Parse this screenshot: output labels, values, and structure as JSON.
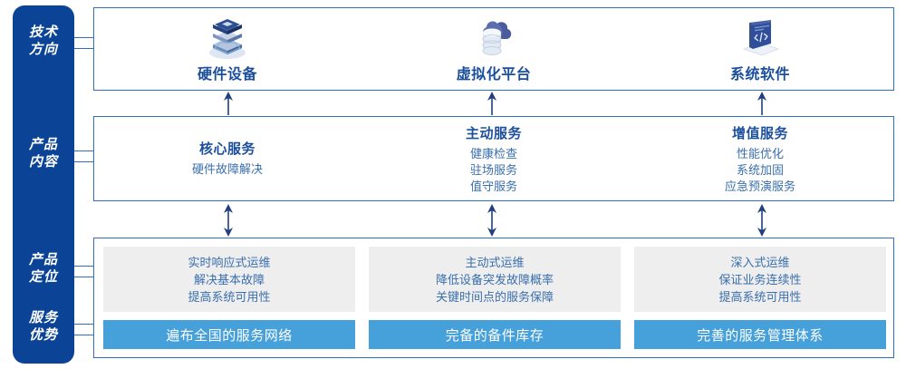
{
  "rail": {
    "items": [
      {
        "id": "tech-direction",
        "line1": "技术",
        "line2": "方向"
      },
      {
        "id": "product-content",
        "line1": "产品",
        "line2": "内容"
      },
      {
        "id": "product-position",
        "line1": "产品",
        "line2": "定位"
      },
      {
        "id": "service-advantage",
        "line1": "服务",
        "line2": "优势"
      }
    ],
    "color": "#0b4497"
  },
  "tech_direction": {
    "columns": [
      {
        "icon": "server-stack-icon",
        "title": "硬件设备"
      },
      {
        "icon": "cloud-database-icon",
        "title": "虚拟化平台"
      },
      {
        "icon": "laptop-code-icon",
        "title": "系统软件"
      }
    ]
  },
  "product_content": {
    "columns": [
      {
        "title": "核心服务",
        "items": [
          "硬件故障解决"
        ]
      },
      {
        "title": "主动服务",
        "items": [
          "健康检查",
          "驻场服务",
          "值守服务"
        ]
      },
      {
        "title": "增值服务",
        "items": [
          "性能优化",
          "系统加固",
          "应急预演服务"
        ]
      }
    ]
  },
  "product_position": {
    "columns": [
      {
        "items": [
          "实时响应式运维",
          "解决基本故障",
          "提高系统可用性"
        ]
      },
      {
        "items": [
          "主动式运维",
          "降低设备突发故障概率",
          "关键时间点的服务保障"
        ]
      },
      {
        "items": [
          "深入式运维",
          "保证业务连续性",
          "提高系统可用性"
        ]
      }
    ]
  },
  "service_advantage": {
    "bars": [
      "遍布全国的服务网络",
      "完备的备件库存",
      "完善的服务管理体系"
    ],
    "color": "#46a0da"
  },
  "connectors": {
    "arrow_up": "arrow-up-icon",
    "arrow_both": "arrow-up-down-icon",
    "line_color": "#2f6fc4"
  }
}
